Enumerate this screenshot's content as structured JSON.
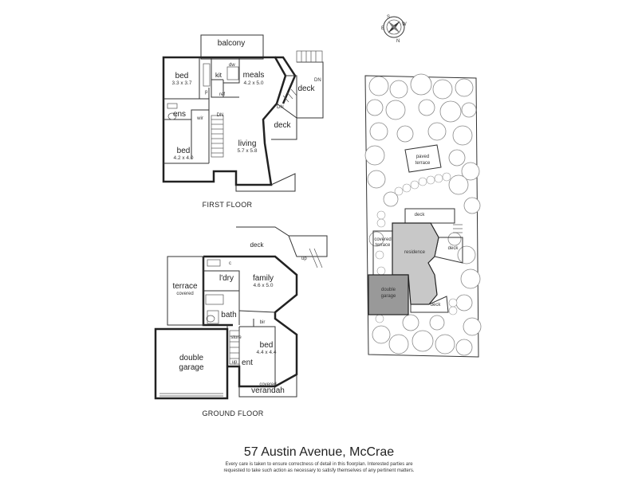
{
  "title": "57 Austin Avenue, McCrae",
  "disclaimer": [
    "Every care is taken to ensure correctness of detail in this  floorplan. Interested parties are",
    "requested to take such action as necessary to satisfy themselves of any pertinent matters."
  ],
  "compass": {
    "n": "N",
    "s": "S",
    "e": "E",
    "w": "W"
  },
  "first_floor": {
    "label": "FIRST FLOOR",
    "balcony": "balcony",
    "kit": "kit",
    "dw": "dw",
    "p": "p",
    "ref": "ref",
    "meals": {
      "name": "meals",
      "dim": "4.2 x 5.0"
    },
    "bed1": {
      "name": "bed",
      "dim": "3.3 x 3.7"
    },
    "ens": "ens",
    "wir": "wir",
    "dn_stair": "DN",
    "bed2": {
      "name": "bed",
      "dim": "4.2 x 4.0"
    },
    "living": {
      "name": "living",
      "dim": "5.7 x 5.8"
    },
    "deck_upper": "deck",
    "deck_upper_dn": "DN",
    "deck_lower": "deck",
    "deck_lower_dn": "DN"
  },
  "ground_floor": {
    "label": "GROUND FLOOR",
    "deck": "deck",
    "up": "up",
    "c": "c",
    "ldry": "l'dry",
    "family": {
      "name": "family",
      "dim": "4.6 x 5.0"
    },
    "terrace": "terrace",
    "terrace_sub": "covered",
    "bath": "bath",
    "bir": "bir",
    "store": "store",
    "bed": {
      "name": "bed",
      "dim": "4.4 x 4.4"
    },
    "up_stair": "up",
    "ent": "ent",
    "garage": [
      "double",
      "garage"
    ],
    "verandah_sub": "covered",
    "verandah": "verandah"
  },
  "site": {
    "paved_terrace": [
      "paved",
      "terrace"
    ],
    "deck_top": "deck",
    "covered_terrace": [
      "covered",
      "terrace"
    ],
    "residence": "residence",
    "deck_right": "deck",
    "double_garage": [
      "double",
      "garage"
    ],
    "deck_bottom": "deck"
  }
}
